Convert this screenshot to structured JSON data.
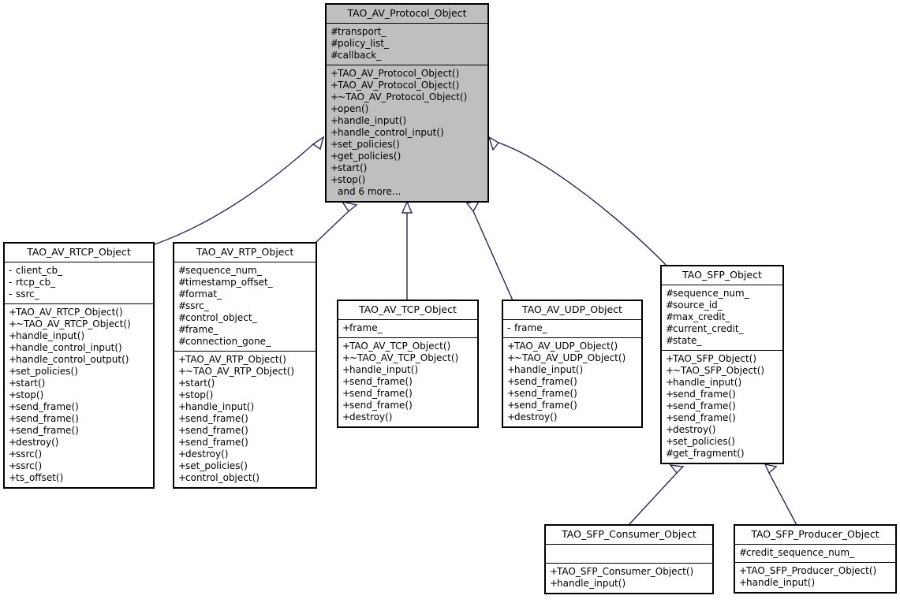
{
  "diagram": {
    "type": "uml-class-inheritance",
    "title": "TAO AV Protocol Object class hierarchy",
    "colors": {
      "edge": "#27285c",
      "highlight_fill": "#bfbfbf",
      "box_fill": "#ffffff",
      "border": "#000000"
    }
  },
  "classes": {
    "protocol": {
      "name": "TAO_AV_Protocol_Object",
      "attributes": [
        {
          "visibility": "#",
          "label": "transport_"
        },
        {
          "visibility": "#",
          "label": "policy_list_"
        },
        {
          "visibility": "#",
          "label": "callback_"
        }
      ],
      "operations": [
        {
          "visibility": "+",
          "label": "TAO_AV_Protocol_Object()"
        },
        {
          "visibility": "+",
          "label": "TAO_AV_Protocol_Object()"
        },
        {
          "visibility": "+",
          "label": "~TAO_AV_Protocol_Object()"
        },
        {
          "visibility": "+",
          "label": "open()"
        },
        {
          "visibility": "+",
          "label": "handle_input()"
        },
        {
          "visibility": "+",
          "label": "handle_control_input()"
        },
        {
          "visibility": "+",
          "label": "set_policies()"
        },
        {
          "visibility": "+",
          "label": "get_policies()"
        },
        {
          "visibility": "+",
          "label": "start()"
        },
        {
          "visibility": "+",
          "label": "stop()"
        },
        {
          "visibility": "",
          "label": "and 6 more..."
        }
      ]
    },
    "rtcp": {
      "name": "TAO_AV_RTCP_Object",
      "attributes": [
        {
          "visibility": "-",
          "label": "client_cb_"
        },
        {
          "visibility": "-",
          "label": "rtcp_cb_"
        },
        {
          "visibility": "-",
          "label": "ssrc_"
        }
      ],
      "operations": [
        {
          "visibility": "+",
          "label": "TAO_AV_RTCP_Object()"
        },
        {
          "visibility": "+",
          "label": "~TAO_AV_RTCP_Object()"
        },
        {
          "visibility": "+",
          "label": "handle_input()"
        },
        {
          "visibility": "+",
          "label": "handle_control_input()"
        },
        {
          "visibility": "+",
          "label": "handle_control_output()"
        },
        {
          "visibility": "+",
          "label": "set_policies()"
        },
        {
          "visibility": "+",
          "label": "start()"
        },
        {
          "visibility": "+",
          "label": "stop()"
        },
        {
          "visibility": "+",
          "label": "send_frame()"
        },
        {
          "visibility": "+",
          "label": "send_frame()"
        },
        {
          "visibility": "+",
          "label": "send_frame()"
        },
        {
          "visibility": "+",
          "label": "destroy()"
        },
        {
          "visibility": "+",
          "label": "ssrc()"
        },
        {
          "visibility": "+",
          "label": "ssrc()"
        },
        {
          "visibility": "+",
          "label": "ts_offset()"
        }
      ]
    },
    "rtp": {
      "name": "TAO_AV_RTP_Object",
      "attributes": [
        {
          "visibility": "#",
          "label": "sequence_num_"
        },
        {
          "visibility": "#",
          "label": "timestamp_offset_"
        },
        {
          "visibility": "#",
          "label": "format_"
        },
        {
          "visibility": "#",
          "label": "ssrc_"
        },
        {
          "visibility": "#",
          "label": "control_object_"
        },
        {
          "visibility": "#",
          "label": "frame_"
        },
        {
          "visibility": "#",
          "label": "connection_gone_"
        }
      ],
      "operations": [
        {
          "visibility": "+",
          "label": "TAO_AV_RTP_Object()"
        },
        {
          "visibility": "+",
          "label": "~TAO_AV_RTP_Object()"
        },
        {
          "visibility": "+",
          "label": "start()"
        },
        {
          "visibility": "+",
          "label": "stop()"
        },
        {
          "visibility": "+",
          "label": "handle_input()"
        },
        {
          "visibility": "+",
          "label": "send_frame()"
        },
        {
          "visibility": "+",
          "label": "send_frame()"
        },
        {
          "visibility": "+",
          "label": "send_frame()"
        },
        {
          "visibility": "+",
          "label": "destroy()"
        },
        {
          "visibility": "+",
          "label": "set_policies()"
        },
        {
          "visibility": "+",
          "label": "control_object()"
        }
      ]
    },
    "tcp": {
      "name": "TAO_AV_TCP_Object",
      "attributes": [
        {
          "visibility": "+",
          "label": "frame_"
        }
      ],
      "operations": [
        {
          "visibility": "+",
          "label": "TAO_AV_TCP_Object()"
        },
        {
          "visibility": "+",
          "label": "~TAO_AV_TCP_Object()"
        },
        {
          "visibility": "+",
          "label": "handle_input()"
        },
        {
          "visibility": "+",
          "label": "send_frame()"
        },
        {
          "visibility": "+",
          "label": "send_frame()"
        },
        {
          "visibility": "+",
          "label": "send_frame()"
        },
        {
          "visibility": "+",
          "label": "destroy()"
        }
      ]
    },
    "udp": {
      "name": "TAO_AV_UDP_Object",
      "attributes": [
        {
          "visibility": "-",
          "label": "frame_"
        }
      ],
      "operations": [
        {
          "visibility": "+",
          "label": "TAO_AV_UDP_Object()"
        },
        {
          "visibility": "+",
          "label": "~TAO_AV_UDP_Object()"
        },
        {
          "visibility": "+",
          "label": "handle_input()"
        },
        {
          "visibility": "+",
          "label": "send_frame()"
        },
        {
          "visibility": "+",
          "label": "send_frame()"
        },
        {
          "visibility": "+",
          "label": "send_frame()"
        },
        {
          "visibility": "+",
          "label": "destroy()"
        }
      ]
    },
    "sfp": {
      "name": "TAO_SFP_Object",
      "attributes": [
        {
          "visibility": "#",
          "label": "sequence_num_"
        },
        {
          "visibility": "#",
          "label": "source_id_"
        },
        {
          "visibility": "#",
          "label": "max_credit_"
        },
        {
          "visibility": "#",
          "label": "current_credit_"
        },
        {
          "visibility": "#",
          "label": "state_"
        }
      ],
      "operations": [
        {
          "visibility": "+",
          "label": "TAO_SFP_Object()"
        },
        {
          "visibility": "+",
          "label": "~TAO_SFP_Object()"
        },
        {
          "visibility": "+",
          "label": "handle_input()"
        },
        {
          "visibility": "+",
          "label": "send_frame()"
        },
        {
          "visibility": "+",
          "label": "send_frame()"
        },
        {
          "visibility": "+",
          "label": "send_frame()"
        },
        {
          "visibility": "+",
          "label": "destroy()"
        },
        {
          "visibility": "+",
          "label": "set_policies()"
        },
        {
          "visibility": "#",
          "label": "get_fragment()"
        }
      ]
    },
    "sfp_consumer": {
      "name": "TAO_SFP_Consumer_Object",
      "attributes": [],
      "operations": [
        {
          "visibility": "+",
          "label": "TAO_SFP_Consumer_Object()"
        },
        {
          "visibility": "+",
          "label": "handle_input()"
        }
      ]
    },
    "sfp_producer": {
      "name": "TAO_SFP_Producer_Object",
      "attributes": [
        {
          "visibility": "#",
          "label": "credit_sequence_num_"
        }
      ],
      "operations": [
        {
          "visibility": "+",
          "label": "TAO_SFP_Producer_Object()"
        },
        {
          "visibility": "+",
          "label": "handle_input()"
        }
      ]
    }
  },
  "inheritance": [
    {
      "from": "TAO_AV_RTCP_Object",
      "to": "TAO_AV_Protocol_Object"
    },
    {
      "from": "TAO_AV_RTP_Object",
      "to": "TAO_AV_Protocol_Object"
    },
    {
      "from": "TAO_AV_TCP_Object",
      "to": "TAO_AV_Protocol_Object"
    },
    {
      "from": "TAO_AV_UDP_Object",
      "to": "TAO_AV_Protocol_Object"
    },
    {
      "from": "TAO_SFP_Object",
      "to": "TAO_AV_Protocol_Object"
    },
    {
      "from": "TAO_SFP_Consumer_Object",
      "to": "TAO_SFP_Object"
    },
    {
      "from": "TAO_SFP_Producer_Object",
      "to": "TAO_SFP_Object"
    }
  ]
}
